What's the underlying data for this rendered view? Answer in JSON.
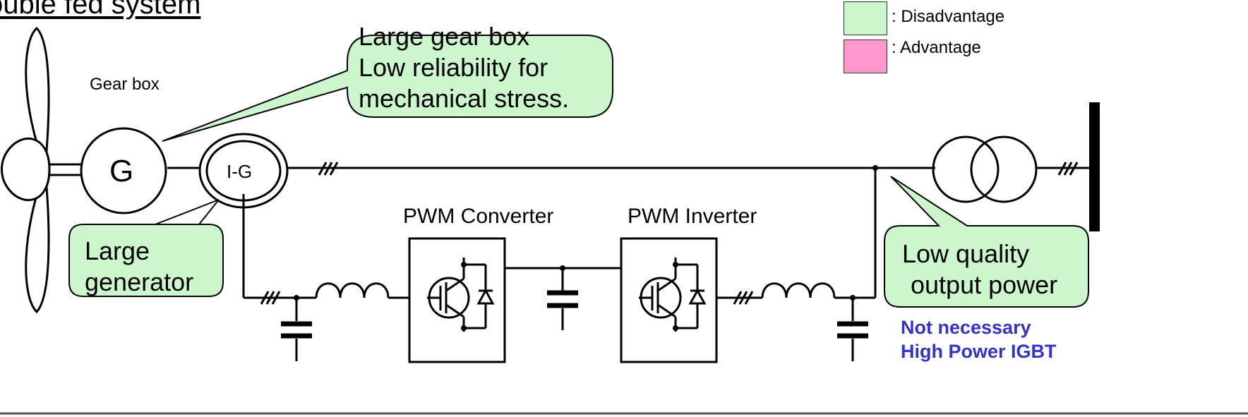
{
  "title": "ouble fed system",
  "legend": {
    "disadvantage_label": ": Disadvantage",
    "advantage_label": ": Advantage",
    "disadvantage_color": "#ccf7cc",
    "advantage_color": "#ff99cc"
  },
  "labels": {
    "gear_box": "Gear box",
    "generator_symbol": "G",
    "induction_generator": "I-G",
    "pwm_converter": "PWM Converter",
    "pwm_inverter": "PWM Inverter"
  },
  "callouts": {
    "gear_box": [
      "Large gear box",
      "Low reliability for",
      "mechanical stress."
    ],
    "generator": [
      "Large",
      "generator"
    ],
    "output": [
      "Low quality",
      "output power"
    ]
  },
  "note": [
    "Not necessary",
    "High Power IGBT",
    "..."
  ],
  "colors": {
    "callout_fill": "#ccf7cc",
    "note_color": "#3333cc",
    "line_color": "#000000"
  }
}
